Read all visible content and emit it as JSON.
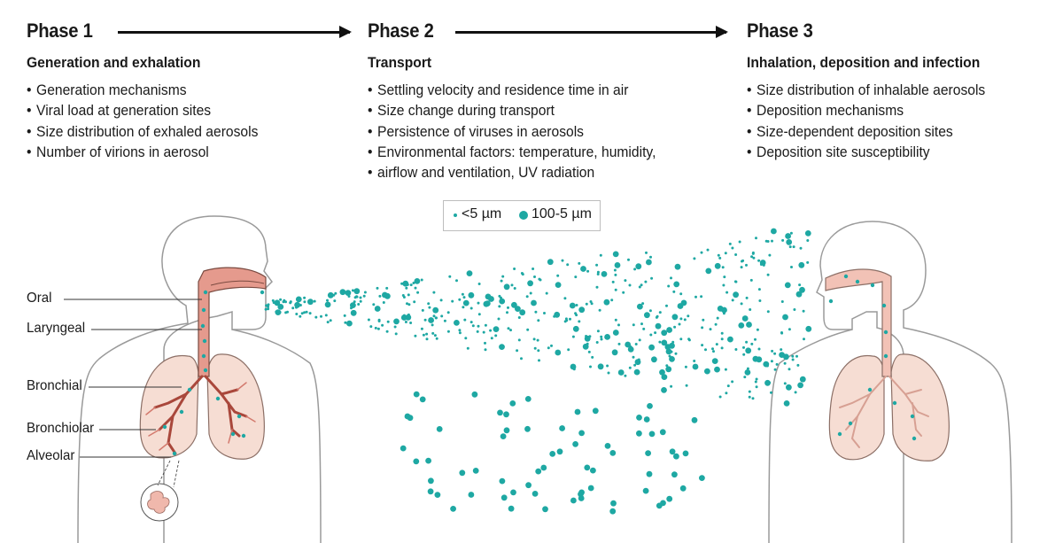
{
  "phases": [
    {
      "title": "Phase 1",
      "subtitle": "Generation and exhalation",
      "items": [
        "Generation mechanisms",
        "Viral load at generation sites",
        "Size distribution of exhaled aerosols",
        "Number of virions in aerosol"
      ]
    },
    {
      "title": "Phase 2",
      "subtitle": "Transport",
      "items": [
        "Settling velocity and residence time in air",
        "Size change during transport",
        "Persistence of viruses in aerosols",
        "Environmental factors: temperature, humidity,",
        "airflow and ventilation, UV radiation"
      ]
    },
    {
      "title": "Phase 3",
      "subtitle": "Inhalation, deposition and infection",
      "items": [
        "Size distribution of inhalable aerosols",
        "Deposition mechanisms",
        "Size-dependent deposition sites",
        "Deposition site susceptibility"
      ]
    }
  ],
  "legend": {
    "small": "<5 µm",
    "large": "100-5 µm"
  },
  "regions": [
    "Oral",
    "Laryngeal",
    "Bronchial",
    "Bronchiolar",
    "Alveolar"
  ],
  "colors": {
    "aerosol": "#1ea8a3",
    "airway": "#e59a8d",
    "lung": "#f6ddd3",
    "outline": "#9a9a9a",
    "text": "#1a1a1a"
  }
}
